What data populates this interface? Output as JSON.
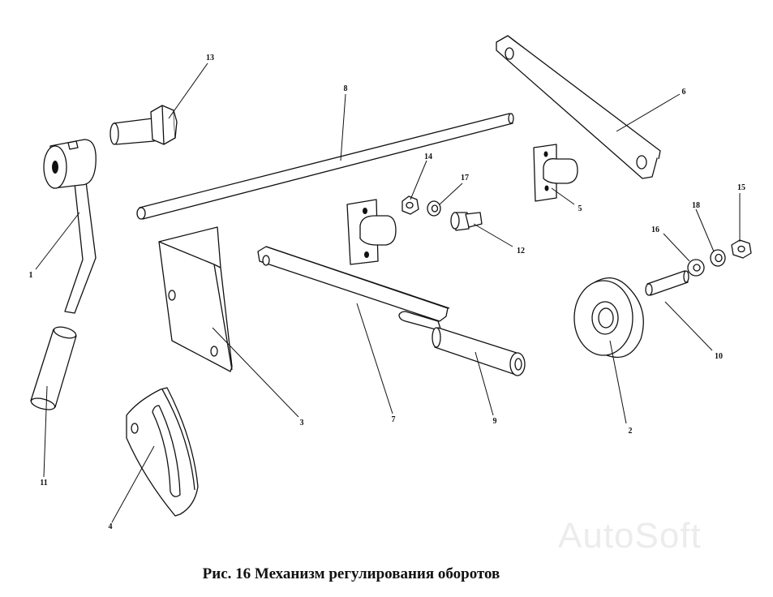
{
  "caption": "Рис. 16  Механизм регулирования оборотов",
  "watermark": "AutoSoft",
  "callouts": [
    {
      "id": "1",
      "label": "1"
    },
    {
      "id": "2",
      "label": "2"
    },
    {
      "id": "3",
      "label": "3"
    },
    {
      "id": "4",
      "label": "4"
    },
    {
      "id": "5",
      "label": "5"
    },
    {
      "id": "6",
      "label": "6"
    },
    {
      "id": "7",
      "label": "7"
    },
    {
      "id": "8",
      "label": "8"
    },
    {
      "id": "9",
      "label": "9"
    },
    {
      "id": "10",
      "label": "10"
    },
    {
      "id": "11",
      "label": "11"
    },
    {
      "id": "12",
      "label": "12"
    },
    {
      "id": "13",
      "label": "13"
    },
    {
      "id": "14",
      "label": "14"
    },
    {
      "id": "15",
      "label": "15"
    },
    {
      "id": "16",
      "label": "16"
    },
    {
      "id": "17",
      "label": "17"
    },
    {
      "id": "18",
      "label": "18"
    }
  ]
}
